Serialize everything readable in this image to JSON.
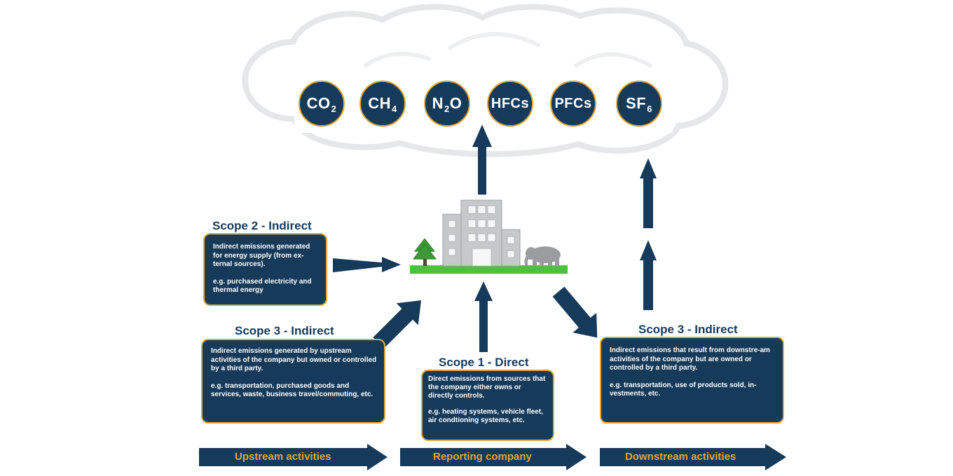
{
  "gases": [
    {
      "base": "CO",
      "sub": "2"
    },
    {
      "base": "CH",
      "sub": "4"
    },
    {
      "base": "N",
      "sub": "2",
      "tail": "O"
    },
    {
      "base": "HFCs",
      "sub": ""
    },
    {
      "base": "PFCs",
      "sub": ""
    },
    {
      "base": "SF",
      "sub": "6"
    }
  ],
  "scopes": {
    "scope2": {
      "title": "Scope 2 - Indirect",
      "description": "Indirect emissions generated for energy supply (from ex-ternal sources).",
      "example": "e.g. purchased electricity and thermal energy"
    },
    "scope3_upstream": {
      "title": "Scope 3 - Indirect",
      "description": "Indirect emissions generated by upstream activities of the company but owned or controlled by a third party.",
      "example": "e.g. transportation, purchased goods and services, waste, business travel/commuting, etc."
    },
    "scope1": {
      "title": "Scope 1 - Direct",
      "description": "Direct emissions from sources that the company either owns or directly controls.",
      "example": "e.g. heating systems, vehicle fleet, air condtioning systems, etc."
    },
    "scope3_downstream": {
      "title": "Scope 3 - Indirect",
      "description": "Indirect emissions that result from downstre-am activities of the company but are owned or controlled by a third party.",
      "example": "e.g. transportation, use of products sold, in-vestments, etc."
    }
  },
  "bands": {
    "upstream": "Upstream activities",
    "reporting": "Reporting company",
    "downstream": "Downstream activities"
  },
  "colors": {
    "navy": "#163a59",
    "accent": "#e3a73a",
    "grass": "#4fbf3f",
    "building": "#c4c6c8",
    "cloud": "#e9eaec"
  },
  "icons": [
    "cloud-icon",
    "tree-icon",
    "building-icon",
    "elephant-icon"
  ]
}
